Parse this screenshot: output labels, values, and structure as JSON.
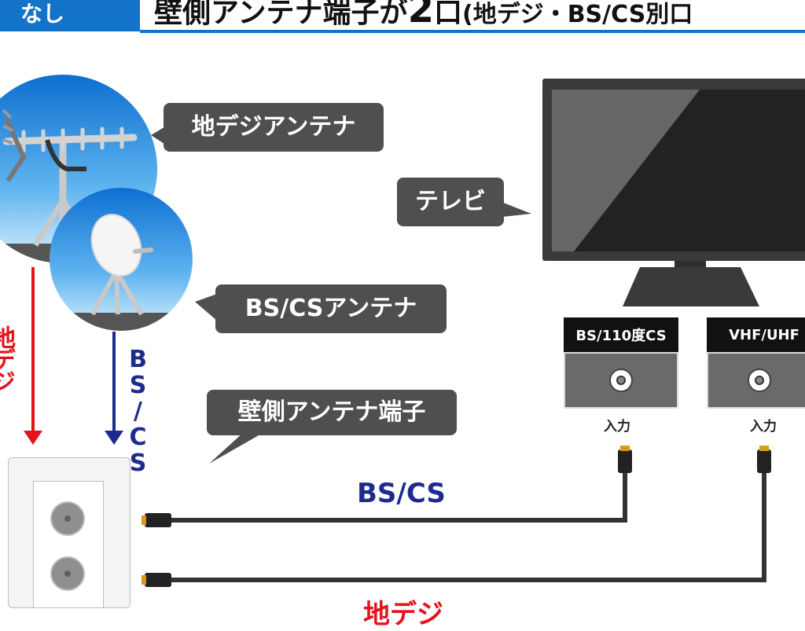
{
  "header": {
    "tag": "なし",
    "title_part1": "壁側アンテナ端子が",
    "title_number": "2",
    "title_part2": "口",
    "title_suffix": "(地デジ・BS/CS別口"
  },
  "labels": {
    "terrestrial_antenna": "地デジアンテナ",
    "bscs_antenna": "BS/CSアンテナ",
    "tv": "テレビ",
    "wall_terminal": "壁側アンテナ端子",
    "vertical_red": "地デジ",
    "vertical_blue": "BS/CS",
    "cable_bscs": "BS/CS",
    "cable_terrestrial": "地デジ"
  },
  "ports": [
    {
      "label": "BS/110度CS",
      "input": "入力"
    },
    {
      "label": "VHF/UHF",
      "input": "入力"
    }
  ],
  "colors": {
    "accent_blue": "#1273c9",
    "bscs_blue": "#1d2b8f",
    "terrestrial_red": "#e3141b",
    "bubble_gray": "#4f4f4f"
  }
}
